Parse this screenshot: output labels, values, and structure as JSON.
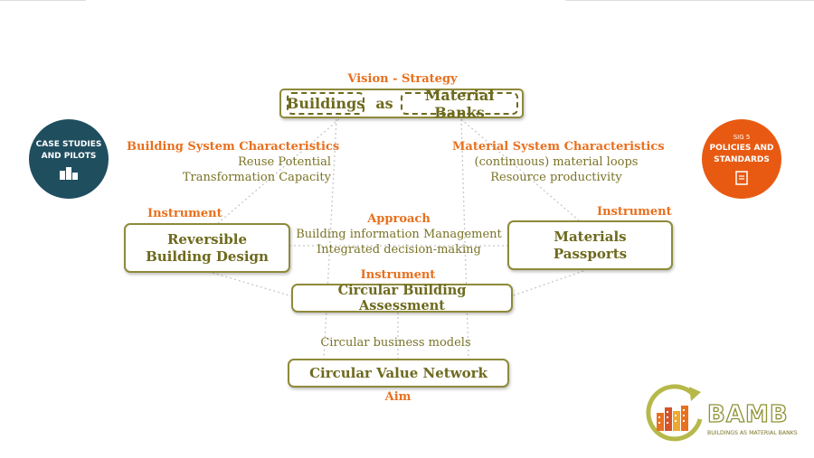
{
  "vision_label": "Vision - Strategy",
  "buildings_label": "Buildings",
  "as_label": "as",
  "material_banks_label": "Material Banks",
  "building_system": {
    "heading": "Building System Characteristics",
    "line1": "Reuse Potential",
    "line2": "Transformation Capacity"
  },
  "material_system": {
    "heading": "Material System Characteristics",
    "line1": "(continuous) material loops",
    "line2": "Resource productivity"
  },
  "instrument_left": "Instrument",
  "instrument_right": "Instrument",
  "instrument_center": "Instrument",
  "approach": {
    "heading": "Approach",
    "line1": "Building information Management",
    "line2": "Integrated decision-making"
  },
  "reversible_box": {
    "line1": "Reversible",
    "line2": "Building Design"
  },
  "passports_box": {
    "line1": "Materials",
    "line2": "Passports"
  },
  "assessment_box": "Circular Building Assessment",
  "business_models": "Circular business models",
  "value_network_box": "Circular Value Network",
  "aim_label": "Aim",
  "case_studies_circle": {
    "line1": "CASE STUDIES",
    "line2": "AND PILOTS"
  },
  "policies_circle": {
    "sig": "SIG 5",
    "line1": "POLICIES AND",
    "line2": "STANDARDS"
  },
  "logo": {
    "name": "BAMB",
    "tagline": "BUILDINGS AS MATERIAL BANKS"
  },
  "colors": {
    "orange": "#e8701e",
    "olive": "#7a7326",
    "teal": "#1f4e5f",
    "policy_orange": "#e85a12"
  }
}
